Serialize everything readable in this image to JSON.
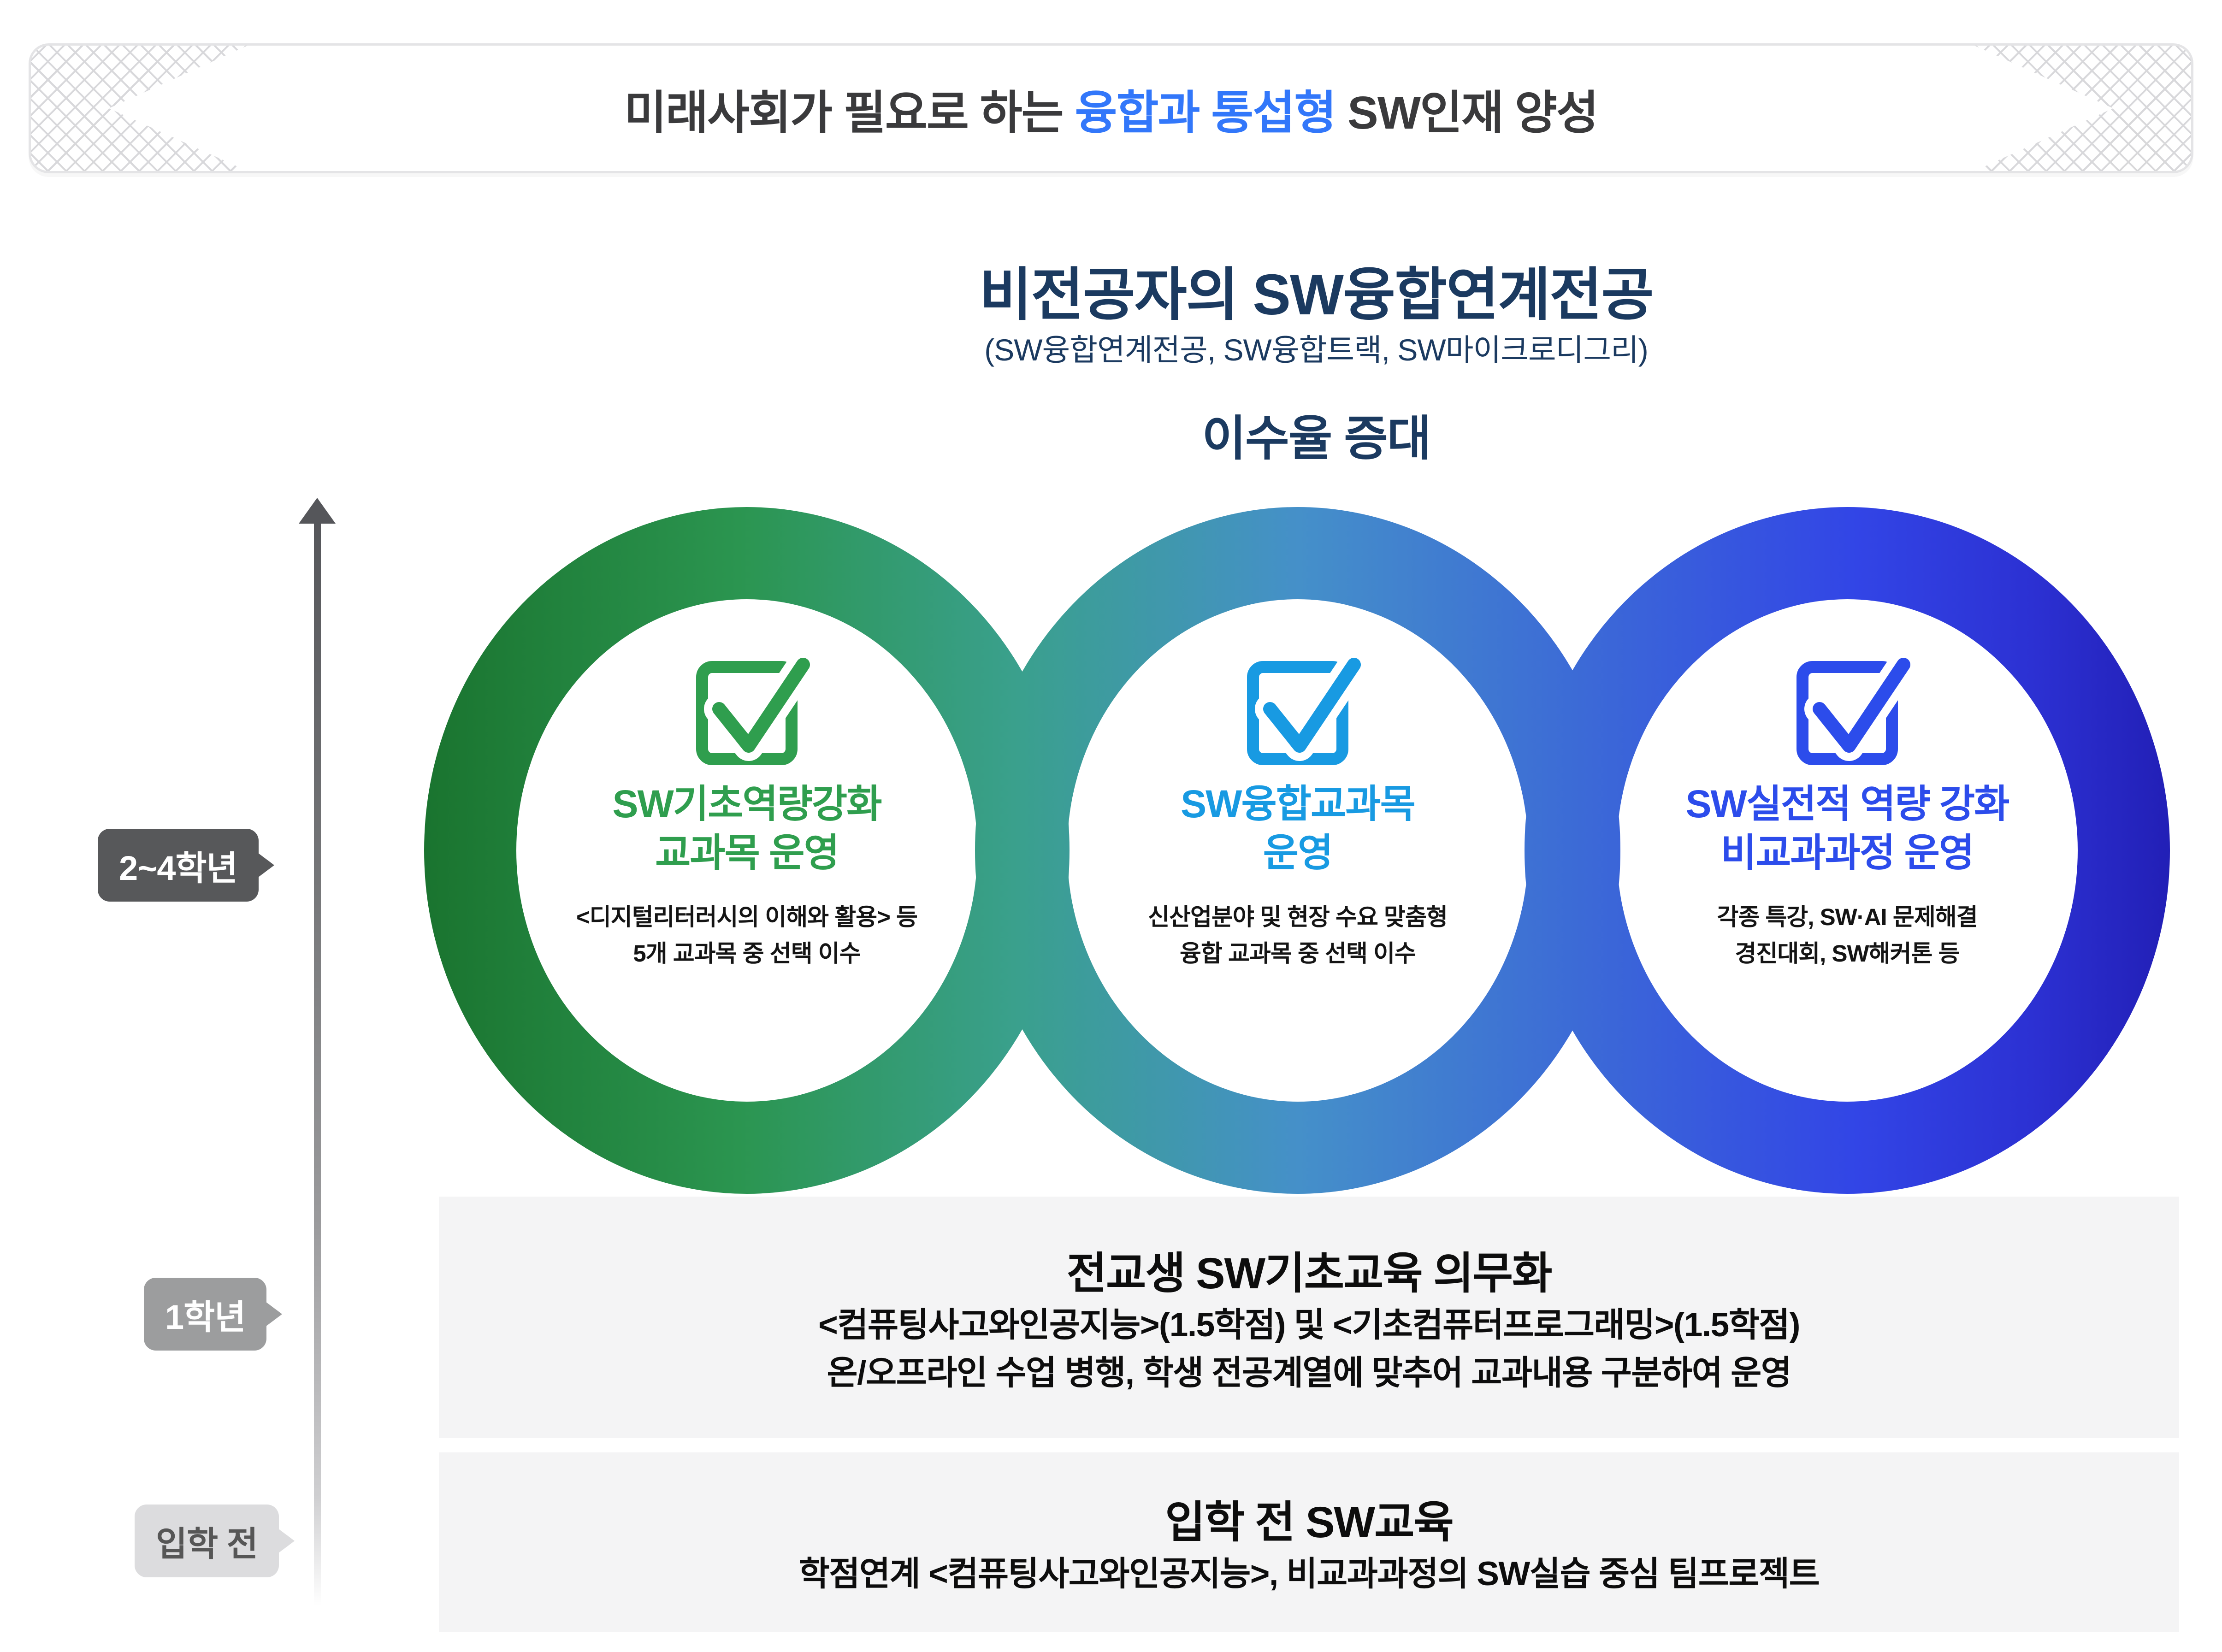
{
  "banner": {
    "prefix": "미래사회가 필요로 하는 ",
    "highlight": "융합과 통섭형",
    "suffix": " SW인재 양성"
  },
  "header": {
    "title": "비전공자의 SW융합연계전공",
    "subtitle": "(SW융합연계전공, SW융합트랙, SW마이크로디그리)",
    "emphasis": "이수율 증대"
  },
  "timeline": {
    "labels": [
      {
        "text": "2~4학년"
      },
      {
        "text": "1학년"
      },
      {
        "text": "입학 전"
      }
    ]
  },
  "circles": [
    {
      "title_line1": "SW기초역량강화",
      "title_line2": "교과목 운영",
      "desc_line1": "<디지털리터러시의 이해와 활용> 등",
      "desc_line2": "5개 교과목 중 선택 이수",
      "color": "#2f9e4e"
    },
    {
      "title_line1": "SW융합교과목",
      "title_line2": "운영",
      "desc_line1": "신산업분야 및 현장 수요 맞춤형",
      "desc_line2": "융합 교과목 중 선택 이수",
      "color": "#189ae2"
    },
    {
      "title_line1": "SW실전적 역량 강화",
      "title_line2": "비교과과정 운영",
      "desc_line1": "각종 특강, SW·AI 문제해결",
      "desc_line2": "경진대회, SW해커톤 등",
      "color": "#2c4ceb"
    }
  ],
  "bands": [
    {
      "title": "전교생 SW기초교육 의무화",
      "desc_line1": "<컴퓨팅사고와인공지능>(1.5학점) 및 <기초컴퓨터프로그래밍>(1.5학점)",
      "desc_line2": "온/오프라인 수업 병행, 학생 전공계열에 맞추어 교과내용 구분하여 운영"
    },
    {
      "title": "입학 전 SW교육",
      "desc_line1": "학점연계 <컴퓨팅사고와인공지능>, 비교과과정의 SW실습 중심 팀프로젝트"
    }
  ],
  "palette": {
    "banner_text": "#3a3a3c",
    "banner_highlight": "#3277fa",
    "title_navy": "#1b3a60",
    "ring_gradient": [
      "#1a742f",
      "#2b9550",
      "#3aa08d",
      "#4590c9",
      "#3b66d8",
      "#3245e6",
      "#2c31d3",
      "#221fb6"
    ],
    "badge_dark": "#57585a",
    "badge_medium": "#9c9d9e",
    "badge_light": "#dcdcde",
    "badge_light_text": "#565656",
    "band_bg": "#f4f4f5",
    "axis_gray": "#55565a"
  }
}
